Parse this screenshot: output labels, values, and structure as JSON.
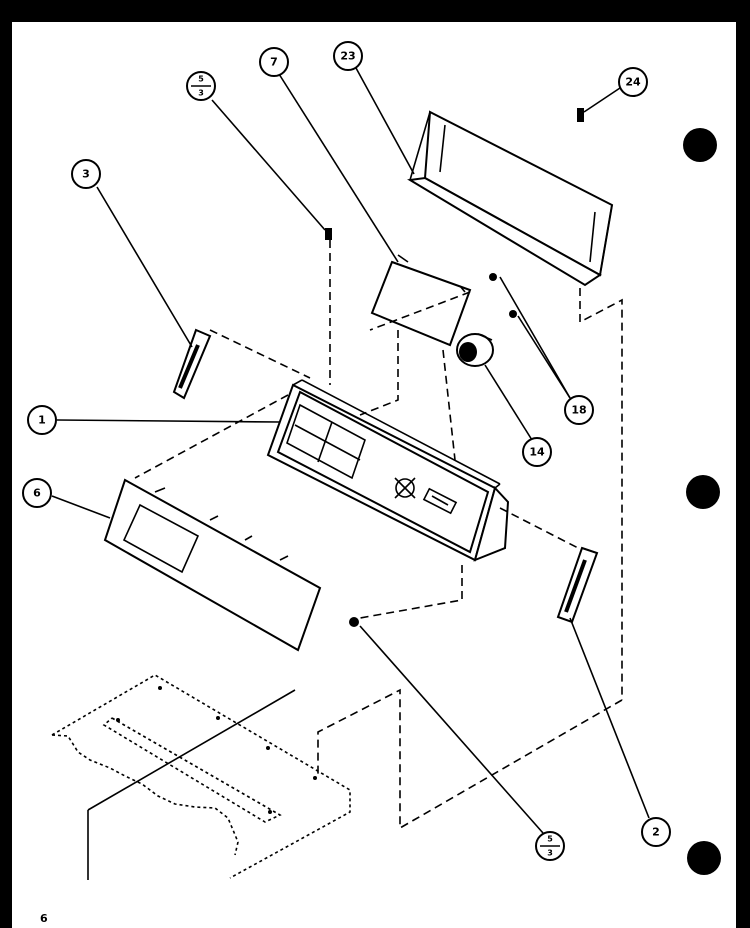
{
  "callouts": {
    "c1": "1",
    "c2": "2",
    "c3": "3",
    "c6": "6",
    "c7": "7",
    "c14": "14",
    "c18": "18",
    "c23": "23",
    "c24": "24",
    "f1_num": "5",
    "f1_den": "3",
    "f2_num": "5",
    "f2_den": "3"
  },
  "page_number": "6",
  "colors": {
    "ink": "#000000",
    "paper": "#ffffff",
    "background": "#000000"
  },
  "icons": [
    "binder-hole-icon",
    "screw-icon",
    "knob-icon"
  ]
}
